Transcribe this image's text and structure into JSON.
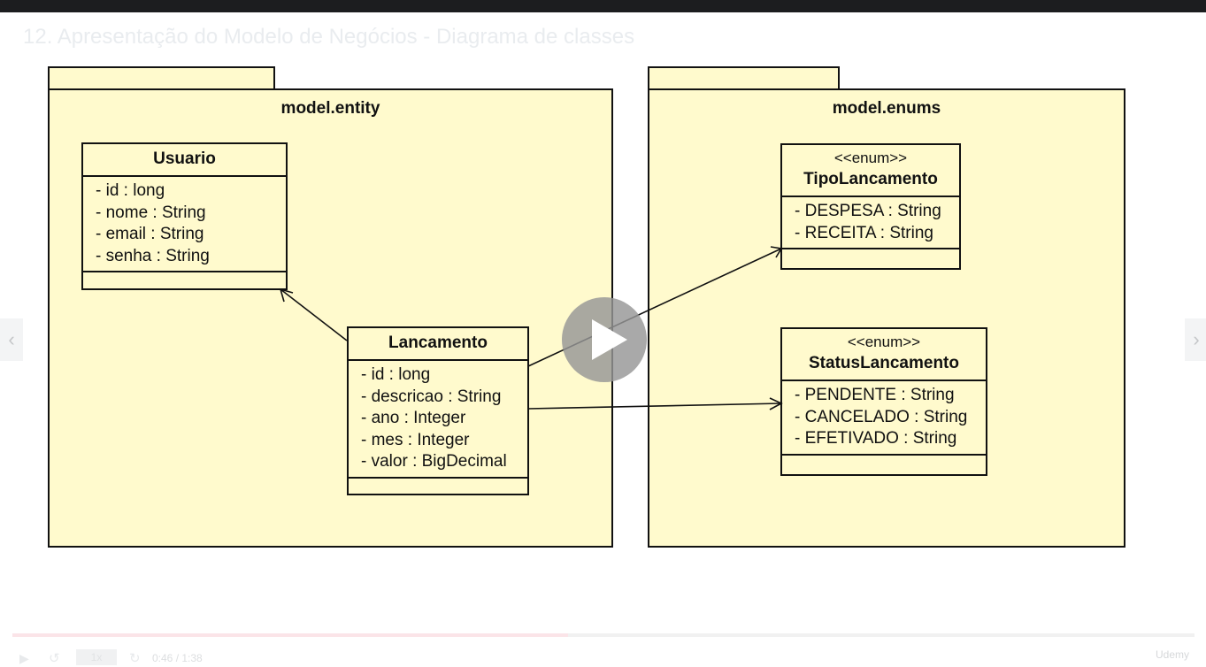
{
  "lecture": {
    "title": "12. Apresentação do Modelo de Negócios - Diagrama de classes"
  },
  "diagram": {
    "packages": {
      "entity": {
        "name": "model.entity"
      },
      "enums": {
        "name": "model.enums"
      }
    },
    "classes": {
      "usuario": {
        "name": "Usuario",
        "attributes": [
          "- id : long",
          "- nome : String",
          "- email : String",
          "- senha : String"
        ]
      },
      "lancamento": {
        "name": "Lancamento",
        "attributes": [
          "- id : long",
          "- descricao : String",
          "- ano : Integer",
          "- mes : Integer",
          "- valor : BigDecimal"
        ]
      },
      "tipo": {
        "stereotype": "<<enum>>",
        "name": "TipoLancamento",
        "attributes": [
          "- DESPESA : String",
          "- RECEITA : String"
        ]
      },
      "status": {
        "stereotype": "<<enum>>",
        "name": "StatusLancamento",
        "attributes": [
          "- PENDENTE : String",
          "- CANCELADO : String",
          "- EFETIVADO : String"
        ]
      }
    }
  },
  "player": {
    "speed": "1x",
    "time": "0:46 / 1:38",
    "progress": 0.47,
    "brand": "Udemy",
    "icons": {
      "play": "play-icon",
      "rewind": "rewind-icon",
      "forward": "forward-icon",
      "prev": "chevron-left-icon",
      "next": "chevron-right-icon"
    }
  },
  "colors": {
    "diagram_fill": "#fffacd",
    "line": "#111111",
    "topbar": "#1c1d1f"
  }
}
